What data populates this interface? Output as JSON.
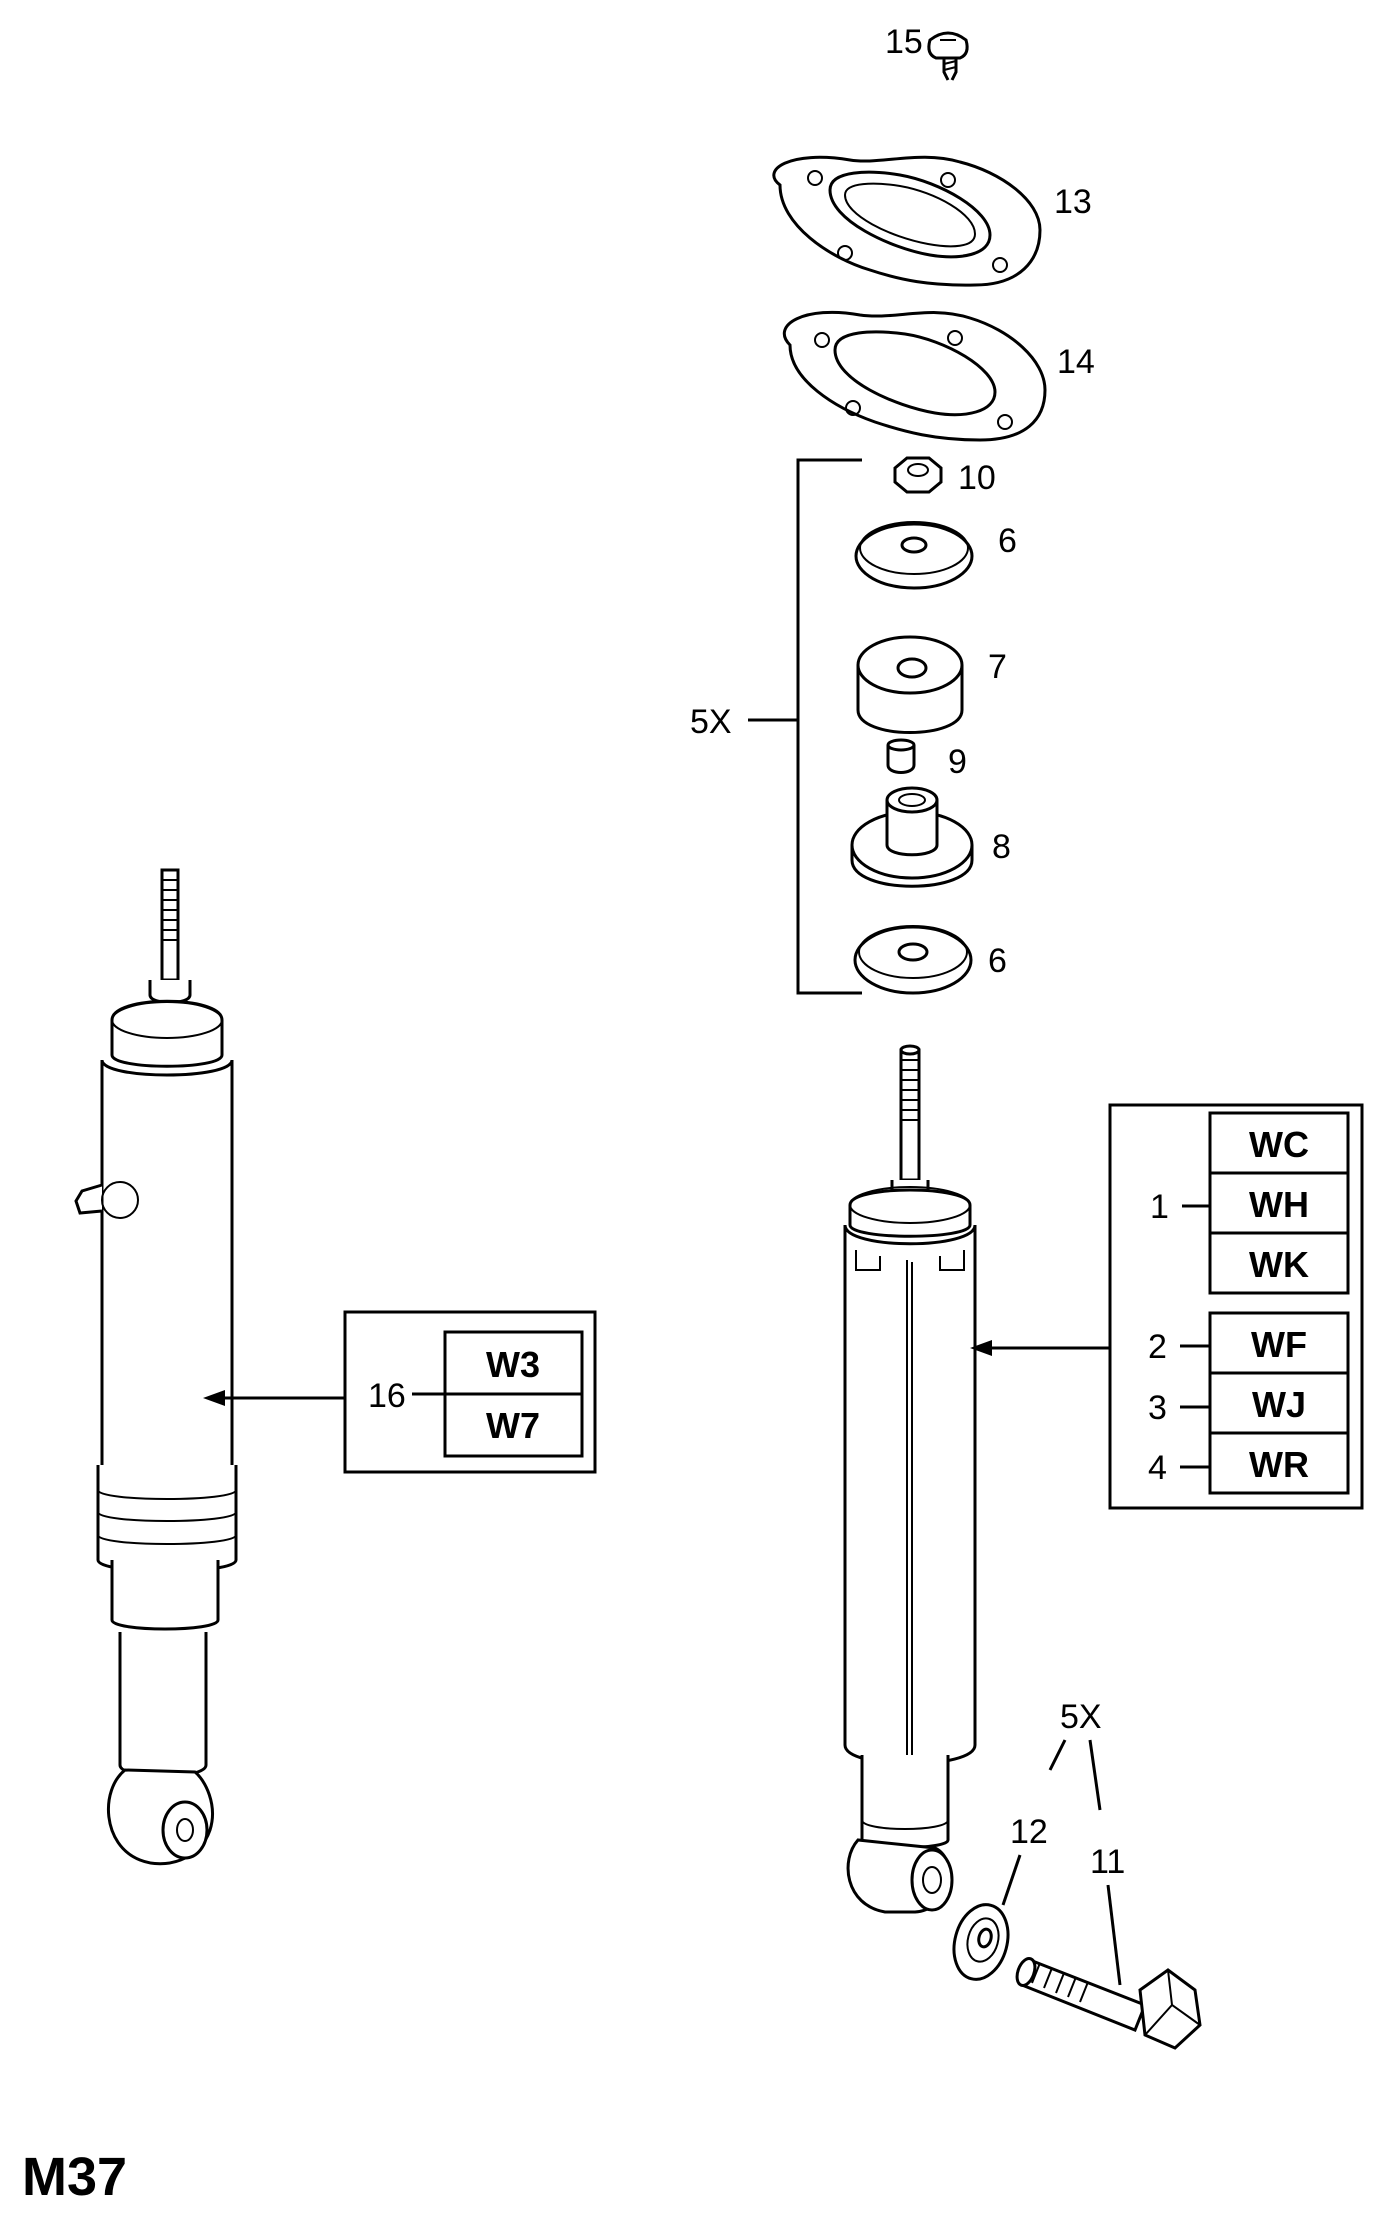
{
  "callouts": {
    "p15": "15",
    "p13": "13",
    "p14": "14",
    "p10": "10",
    "p6_top": "6",
    "p7": "7",
    "p9": "9",
    "p8": "8",
    "p6_bottom": "6",
    "kit_top": "5X",
    "p1": "1",
    "p2": "2",
    "p3": "3",
    "p4": "4",
    "p16": "16",
    "kit_bottom": "5X",
    "p12": "12",
    "p11": "11"
  },
  "right_codes": [
    "WC",
    "WH",
    "WK",
    "WF",
    "WJ",
    "WR"
  ],
  "left_codes": [
    "W3",
    "W7"
  ],
  "page_label": "M37"
}
